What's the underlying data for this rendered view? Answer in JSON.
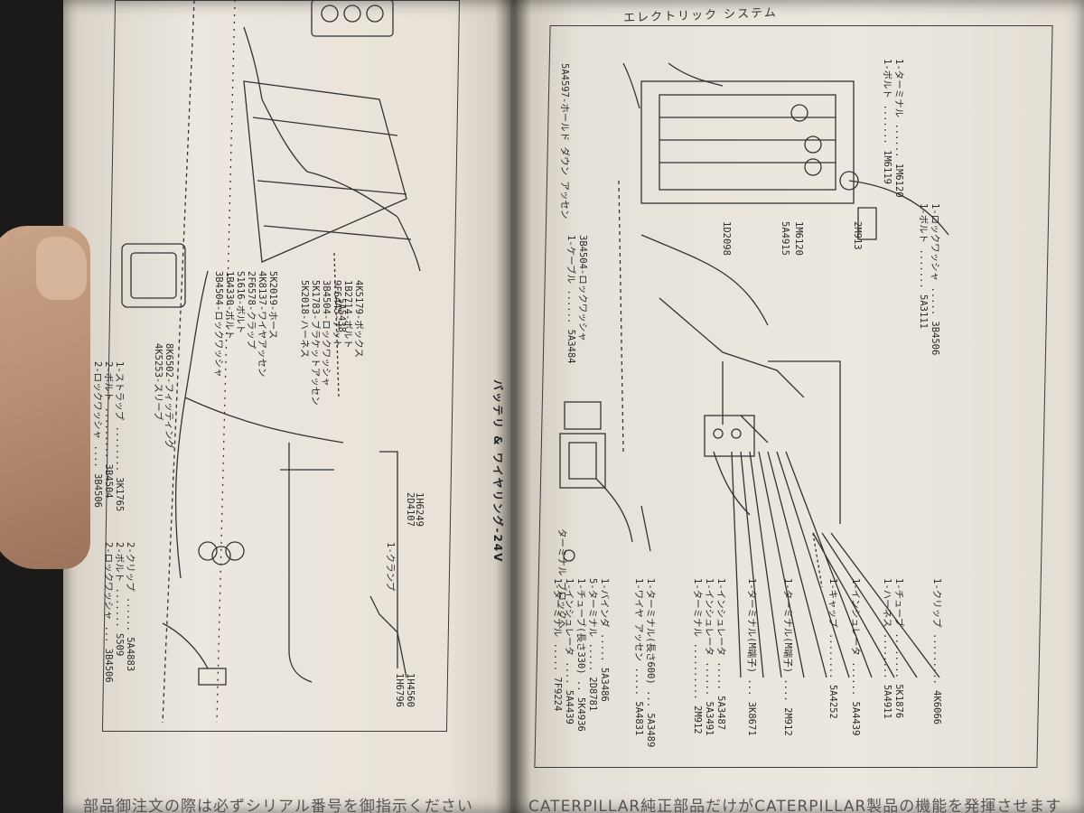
{
  "book": {
    "right_header": "エレクトリック システム",
    "right_title": "バッテリ & ワイヤリング-24V",
    "footer_left": "部品御注文の際は必ずシリアル番号を御指示ください",
    "footer_right": "CATERPILLAR純正部品だけがCATERPILLAR製品の機能を発揮させます"
  },
  "left_callouts": [
    "1-ストラップ ........ 3K1765",
    "2-ボルト ......... 3B4504",
    "2-ロックワッシャ .... 3B4506",
    "5K2019-ホース",
    "4K8137-ワイヤアッセン",
    "2F6578-クラップ",
    "S1616-ボルト",
    "1B4330-ボルト",
    "3B4504-ロックワッシャ",
    "4K5179-ボックス",
    "1B2714-ボルト",
    "9F6445-ナット",
    "3B4504-ロックワッシャ",
    "5K1783-ブラケットアッセン",
    "5K2018-ハーネス",
    "5A5438",
    "1H6249",
    "2D4107",
    "2-クリップ ...... 5A4883",
    "2-ボルト ....... S509",
    "2-ロックワッシャ ... 3B4506",
    "8K6502-フィッティング",
    "4K5253-スリーブ",
    "1-クランプ",
    "1H4560",
    "1H6796"
  ],
  "right_callouts": [
    "ターミナル ブロックへ",
    "1-ターミナル ..... 7F9224",
    "1-インシュレータ .... 5A4439",
    "1-チューブ(長さ330) .. 5K4936",
    "5-ターミナル ..... 2D8781",
    "1-バインダ ..... 5A3486",
    "1-ワイヤ アッセン ..... 5A4831",
    "1-ターミナル(長さ600) ... 5A3489",
    "1-ターミナル .......... 2M912",
    "1-インシュレータ ...... 5A3491",
    "1-インシュレータ ..... 5A3487",
    "1-ターミナル(M端子) ... 3K8671",
    "1-ターミナル(M端子) .... 2M912",
    "1-キャップ ........ 5A4252",
    "1-インシュレータ ...... 5A4439",
    "1-ハーネス ........ 5A4911",
    "1-チューブ ........ 5K1876",
    "1-クリップ ......... 4K6066",
    "1-ボルト ....... 1M6119",
    "1-ターミナル ...... 1M6120",
    "1-ケーブル ...... 5A3484",
    "3B4504-ロックワッシャ",
    "1-ボルト ....... 5A3111",
    "1-ロックワッシャ ..... 3B4506",
    "5A4597-ホールド ダウン アッセン",
    "1D2098",
    "5A4915",
    "1M6120",
    "2M913"
  ],
  "icons": {
    "left_schematic": "wiring-harness-drawing",
    "right_schematic": "battery-wiring-drawing"
  }
}
